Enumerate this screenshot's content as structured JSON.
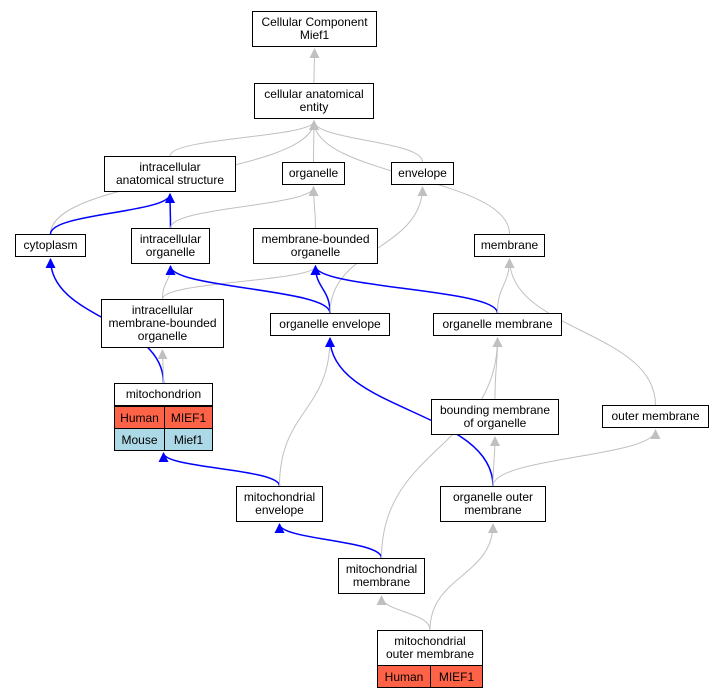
{
  "colors": {
    "human": "#ff6347",
    "mouse": "#add8e6",
    "edge_gray": "#c0c0c0",
    "edge_blue": "#0000ff"
  },
  "nodes": {
    "root": "Cellular Component\nMief1",
    "cae": "cellular anatomical\nentity",
    "ias": "intracellular\nanatomical structure",
    "organelle": "organelle",
    "envelope": "envelope",
    "cytoplasm": "cytoplasm",
    "io": "intracellular\norganelle",
    "mbo": "membrane-bounded\norganelle",
    "membrane": "membrane",
    "imbo": "intracellular\nmembrane-bounded\norganelle",
    "oenv": "organelle envelope",
    "omem": "organelle membrane",
    "mito": "mitochondrion",
    "bmo": "bounding membrane\nof organelle",
    "outer": "outer membrane",
    "menv": "mitochondrial\nenvelope",
    "oom": "organelle outer\nmembrane",
    "mmem": "mitochondrial\nmembrane",
    "mom": "mitochondrial\nouter membrane"
  },
  "tags": {
    "mito_human_species": "Human",
    "mito_human_gene": "MIEF1",
    "mito_mouse_species": "Mouse",
    "mito_mouse_gene": "Mief1",
    "mom_human_species": "Human",
    "mom_human_gene": "MIEF1"
  },
  "edges": [
    {
      "from": "cae",
      "to": "root",
      "color": "gray"
    },
    {
      "from": "ias",
      "to": "cae",
      "color": "gray"
    },
    {
      "from": "organelle",
      "to": "cae",
      "color": "gray"
    },
    {
      "from": "envelope",
      "to": "cae",
      "color": "gray"
    },
    {
      "from": "cytoplasm",
      "to": "cae",
      "color": "gray"
    },
    {
      "from": "membrane",
      "to": "cae",
      "color": "gray"
    },
    {
      "from": "cytoplasm",
      "to": "ias",
      "color": "blue"
    },
    {
      "from": "io",
      "to": "ias",
      "color": "blue"
    },
    {
      "from": "io",
      "to": "organelle",
      "color": "gray"
    },
    {
      "from": "mbo",
      "to": "organelle",
      "color": "gray"
    },
    {
      "from": "imbo",
      "to": "io",
      "color": "gray"
    },
    {
      "from": "imbo",
      "to": "mbo",
      "color": "gray"
    },
    {
      "from": "oenv",
      "to": "io",
      "color": "blue"
    },
    {
      "from": "oenv",
      "to": "mbo",
      "color": "blue"
    },
    {
      "from": "oenv",
      "to": "envelope",
      "color": "gray"
    },
    {
      "from": "omem",
      "to": "mbo",
      "color": "blue"
    },
    {
      "from": "omem",
      "to": "membrane",
      "color": "gray"
    },
    {
      "from": "mito",
      "to": "cytoplasm",
      "color": "blue"
    },
    {
      "from": "mito",
      "to": "imbo",
      "color": "gray"
    },
    {
      "from": "bmo",
      "to": "omem",
      "color": "gray"
    },
    {
      "from": "outer",
      "to": "membrane",
      "color": "gray"
    },
    {
      "from": "menv",
      "to": "mito",
      "color": "blue"
    },
    {
      "from": "menv",
      "to": "oenv",
      "color": "gray"
    },
    {
      "from": "oom",
      "to": "oenv",
      "color": "blue"
    },
    {
      "from": "oom",
      "to": "bmo",
      "color": "gray"
    },
    {
      "from": "oom",
      "to": "outer",
      "color": "gray"
    },
    {
      "from": "mmem",
      "to": "menv",
      "color": "blue"
    },
    {
      "from": "mmem",
      "to": "omem",
      "color": "gray"
    },
    {
      "from": "mom",
      "to": "mmem",
      "color": "gray"
    },
    {
      "from": "mom",
      "to": "oom",
      "color": "gray"
    }
  ]
}
